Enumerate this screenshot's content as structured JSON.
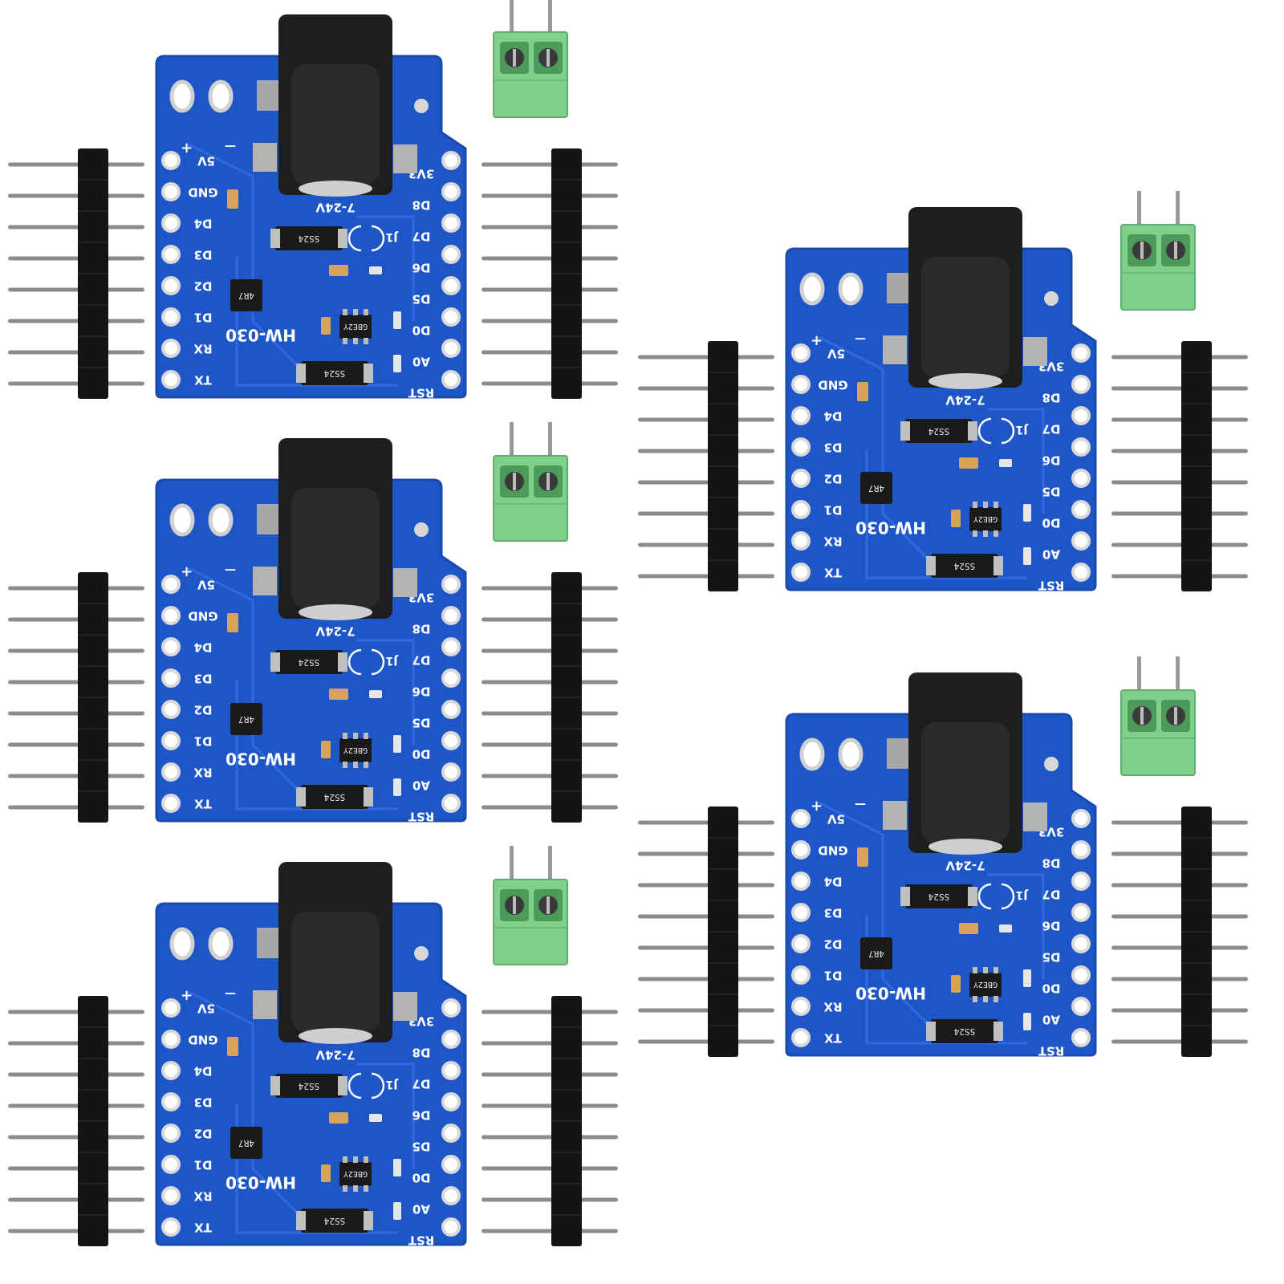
{
  "colors": {
    "pcb": "#1e56c8",
    "pcb_edge": "#1849ac",
    "trace": "#2f6ae0",
    "jack": "#1e1e1e",
    "pin_metal": "#8c8c8c",
    "header_plastic": "#141414",
    "terminal_green": "#7ed08a",
    "background": "#ffffff"
  },
  "boards": [
    {
      "id": "board-1"
    },
    {
      "id": "board-2"
    },
    {
      "id": "board-3"
    },
    {
      "id": "board-4"
    },
    {
      "id": "board-5"
    }
  ],
  "board_labels": {
    "model": "HW-030",
    "voltage": "7-24V",
    "left_power": "5V",
    "plus": "+",
    "minus": "—",
    "left_pins": [
      "GND",
      "D4",
      "D3",
      "D2",
      "D1",
      "RX",
      "TX"
    ],
    "right_pins": [
      "3V3",
      "D8",
      "D7",
      "D6",
      "D5",
      "D0",
      "A0",
      "RST"
    ],
    "diode_1": "SS24",
    "diode_2": "SS24",
    "jumper": "J1",
    "inductor": "4R7",
    "regulator": "GBE2Y"
  }
}
